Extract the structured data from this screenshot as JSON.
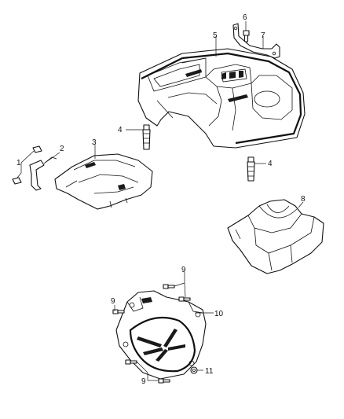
{
  "callouts": {
    "c1": "1",
    "c2": "2",
    "c3": "3",
    "c4a": "4",
    "c4b": "4",
    "c5": "5",
    "c6": "6",
    "c7": "7",
    "c8": "8",
    "c9a": "9",
    "c9b": "9",
    "c9c": "9",
    "c10": "10",
    "c11": "11"
  }
}
